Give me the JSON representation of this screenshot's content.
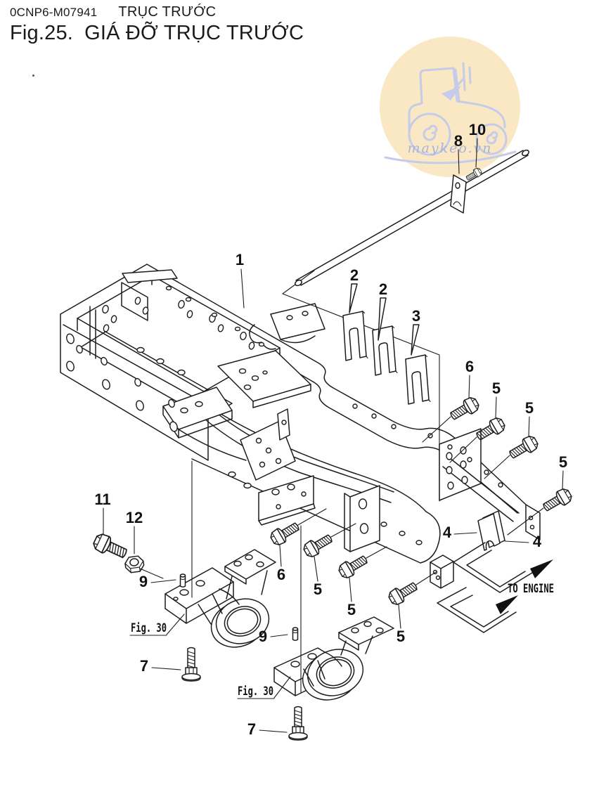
{
  "header": {
    "doc_code": "0CNP6-M07941",
    "section_title": "TRỤC TRƯỚC",
    "figure_label": "Fig.25.",
    "figure_title": "GIÁ ĐỠ TRỤC TRƯỚC"
  },
  "watermark": {
    "text": "maykeo.vn",
    "circle_color": "#FAE8C5",
    "art_color": "#C5CBE9",
    "text_color": "#A9B2DC"
  },
  "diagram": {
    "line_color": "#1C1C1C",
    "to_engine_label": "TO ENGINE",
    "fig_refs": [
      "Fig. 30",
      "Fig. 30"
    ],
    "callouts": [
      {
        "label": "1"
      },
      {
        "label": "2"
      },
      {
        "label": "2"
      },
      {
        "label": "3"
      },
      {
        "label": "8"
      },
      {
        "label": "10"
      },
      {
        "label": "6"
      },
      {
        "label": "5"
      },
      {
        "label": "5"
      },
      {
        "label": "5"
      },
      {
        "label": "6"
      },
      {
        "label": "5"
      },
      {
        "label": "5"
      },
      {
        "label": "5"
      },
      {
        "label": "4"
      },
      {
        "label": "4"
      },
      {
        "label": "11"
      },
      {
        "label": "12"
      },
      {
        "label": "9"
      },
      {
        "label": "9"
      },
      {
        "label": "7"
      },
      {
        "label": "7"
      }
    ]
  }
}
